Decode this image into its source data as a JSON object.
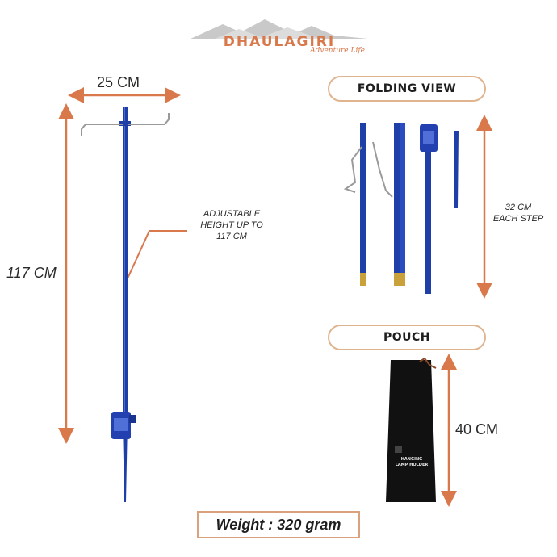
{
  "brand": {
    "name": "DHAULAGIRI",
    "tagline": "Adventure Life",
    "colors": {
      "primary": "#d9784a",
      "mountain": "#c9c9c9"
    }
  },
  "dimensions": {
    "width": "25 CM",
    "height": "117 CM",
    "adjustable_note": [
      "ADJUSTABLE",
      "HEIGHT UP TO",
      "117 CM"
    ],
    "step_note": [
      "32 CM",
      "EACH STEP"
    ],
    "pouch_length": "40 CM"
  },
  "sections": {
    "folding_view": "FOLDING VIEW",
    "pouch": "POUCH"
  },
  "pouch_print": [
    "HANGING",
    "LAMP HOLDER"
  ],
  "weight": "Weight : 320 gram",
  "colors": {
    "arrow": "#d9784a",
    "pole": "#1f3fa8",
    "gold": "#c9a13a",
    "bag": "#111111"
  }
}
